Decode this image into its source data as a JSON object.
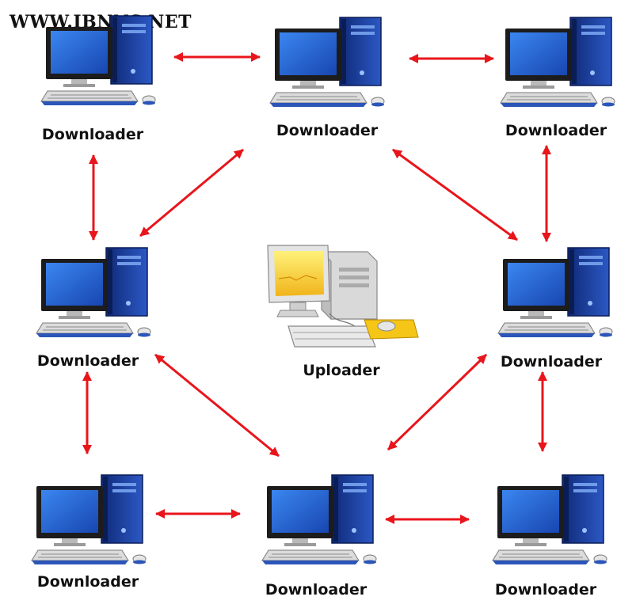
{
  "watermark": "WWW.IBNNS.NET",
  "center": {
    "label": "Uploader"
  },
  "nodes": [
    {
      "label": "Downloader"
    },
    {
      "label": "Downloader"
    },
    {
      "label": "Downloader"
    },
    {
      "label": "Downloader"
    },
    {
      "label": "Downloader"
    },
    {
      "label": "Downloader"
    },
    {
      "label": "Downloader"
    },
    {
      "label": "Downloader"
    }
  ],
  "colors": {
    "arrow": "#e8151b",
    "monitor_frame": "#1c1c1c",
    "screen_blue": "#1f5fd0",
    "tower_blue": "#1d3f9a",
    "keyboard_blue": "#2b55b8",
    "uploader_screen": "#f4c21a",
    "uploader_body": "#d9d9d9"
  }
}
